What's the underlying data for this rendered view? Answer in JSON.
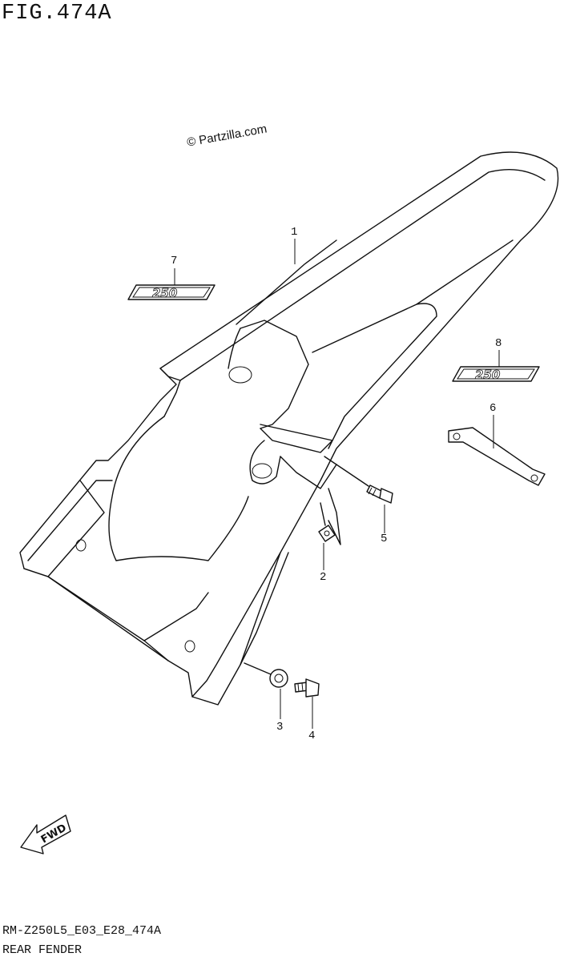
{
  "figure": {
    "title": "FIG.474A",
    "watermark": "© Partzilla.com",
    "code": "RM-Z250L5_E03_E28_474A",
    "name": "REAR FENDER",
    "fwd_label": "FWD",
    "emblem_text": "250"
  },
  "callouts": [
    {
      "num": "1",
      "part": "rear fender"
    },
    {
      "num": "2",
      "part": "clip nut"
    },
    {
      "num": "3",
      "part": "washer"
    },
    {
      "num": "4",
      "part": "bolt"
    },
    {
      "num": "5",
      "part": "bolt"
    },
    {
      "num": "6",
      "part": "strap"
    },
    {
      "num": "7",
      "part": "emblem"
    },
    {
      "num": "8",
      "part": "emblem"
    }
  ],
  "colors": {
    "ink": "#111111",
    "paper": "#ffffff"
  }
}
